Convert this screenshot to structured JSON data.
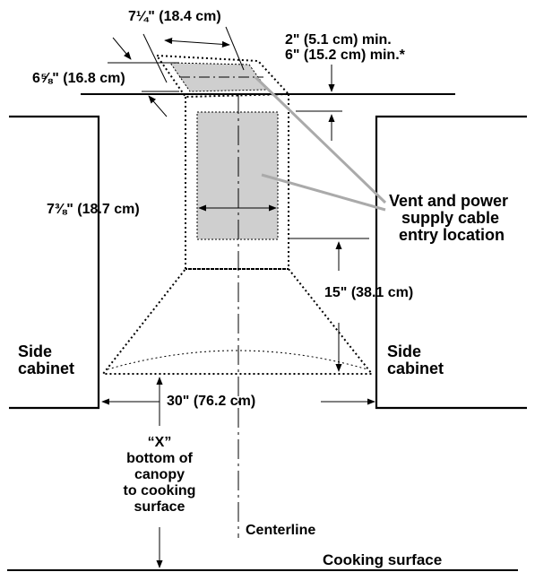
{
  "labels": {
    "top_width": "7¼\" (18.4 cm)",
    "depth": "6⅝\" (16.8 cm)",
    "clearance_min_1": "2\" (5.1 cm) min.",
    "clearance_min_2": "6\" (15.2 cm) min.*",
    "duct_width": "7⅜\" (18.7 cm)",
    "vent_line_1": "Vent and power",
    "vent_line_2": "supply cable",
    "vent_line_3": "entry location",
    "canopy_height": "15\" (38.1 cm)",
    "side_cabinet_left_1": "Side",
    "side_cabinet_left_2": "cabinet",
    "side_cabinet_right_1": "Side",
    "side_cabinet_right_2": "cabinet",
    "hood_width": "30\" (76.2 cm)",
    "x_label_1": "“X”",
    "x_label_2": "bottom of",
    "x_label_3": "canopy",
    "x_label_4": "to cooking",
    "x_label_5": "surface",
    "centerline": "Centerline",
    "cooking_surface": "Cooking surface"
  }
}
